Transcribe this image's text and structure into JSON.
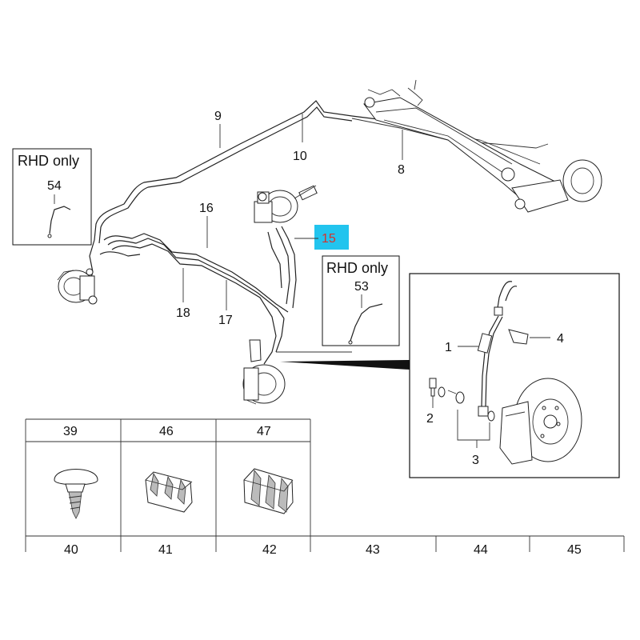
{
  "callouts": {
    "c9": "9",
    "c10": "10",
    "c8": "8",
    "c16": "16",
    "c15": "15",
    "c18": "18",
    "c17": "17",
    "c1": "1",
    "c2": "2",
    "c3": "3",
    "c4": "4"
  },
  "rhd_left": {
    "title": "RHD only",
    "part": "54"
  },
  "rhd_right": {
    "title": "RHD only",
    "part": "53"
  },
  "parts_table": {
    "row1": [
      "39",
      "46",
      "47"
    ],
    "row2": [
      "40",
      "41",
      "42",
      "43",
      "44",
      "45"
    ]
  },
  "colors": {
    "highlight": "#22c4ee",
    "highlight_text": "#d8312a"
  }
}
